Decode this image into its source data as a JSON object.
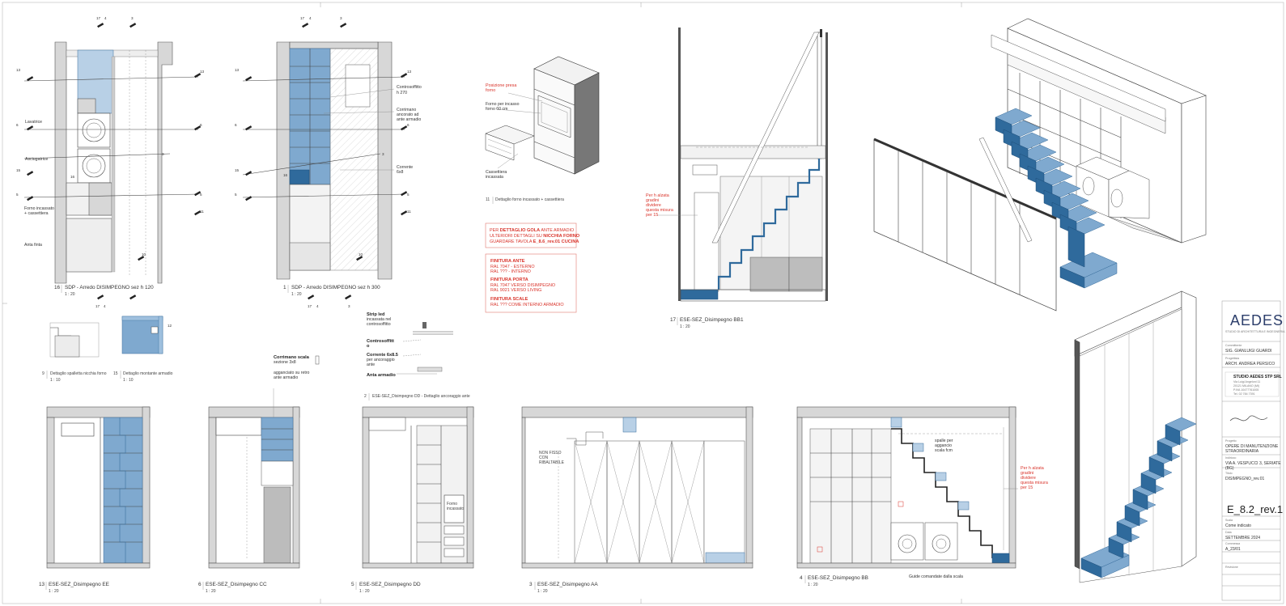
{
  "details": {
    "d16": {
      "num": "16",
      "title": "SDP - Arredo DISIMPEGNO sez h 120",
      "scale": "1 : 20"
    },
    "d1": {
      "num": "1",
      "title": "SDP - Arredo DISIMPEGNO sez h 300",
      "scale": "1 : 20"
    },
    "d11": {
      "num": "11",
      "title": "Dettaglio forno incassato + cassettiera"
    },
    "d17": {
      "num": "17",
      "title": "ESE-SEZ_Disimpegno BB1",
      "scale": "1 : 20"
    },
    "d9": {
      "num": "9",
      "title": "Dettaglio spalletta nicchia forno",
      "scale": "1 : 10"
    },
    "d15": {
      "num": "15",
      "title": "Dettaglio montante armadio",
      "scale": "1 : 10"
    },
    "d2": {
      "num": "2",
      "title": "ESE-SEZ_Disimpegno DD - Dettaglio ancoraggio ante"
    },
    "d13": {
      "num": "13",
      "title": "ESE-SEZ_Disimpegno EE",
      "scale": "1 : 20"
    },
    "d6": {
      "num": "6",
      "title": "ESE-SEZ_Disimpegno CC",
      "scale": "1 : 20"
    },
    "d5": {
      "num": "5",
      "title": "ESE-SEZ_Disimpegno DD",
      "scale": "1 : 20"
    },
    "d3": {
      "num": "3",
      "title": "ESE-SEZ_Disimpegno AA",
      "scale": "1 : 20"
    },
    "d4": {
      "num": "4",
      "title": "ESE-SEZ_Disimpegno BB",
      "scale": "1 : 20"
    }
  },
  "plan_notes": {
    "lavatrice": "Lavatrice",
    "asciugatrice": "Asciugatrice",
    "forno": "Forno incassato",
    "cassettiera": "+ cassettiera",
    "spazio": "Anta finta",
    "controsoffitto": "Controsoffitto",
    "controsoffitto_h": "h 270",
    "corrimano": "Corrimano",
    "corrimano_2": "ancorato ad",
    "corrimano_3": "ante armadio",
    "corrente": "Corrente",
    "corrente_2": "6x8"
  },
  "oven_notes": {
    "red1": "Posizione presa",
    "red2": "forno",
    "forno1": "Forno per incasso",
    "forno2": "forno 60 cm",
    "cass1": "Cassettiera",
    "cass2": "incassata"
  },
  "red_box_1": {
    "line1_a": "PER ",
    "line1_b": "DETTAGLIO GOLA",
    "line1_c": " ANTE ARMADIO",
    "line2_a": "ULTERIORI DETTAGLI SU ",
    "line2_b": "NICCHIA FORNO",
    "line3_a": "GUARDARE TAVOLA ",
    "line3_b": "E_8.6_rev.01 CUCINA"
  },
  "red_box_2": {
    "h1": "FINITURA ANTE",
    "h1_l1": "RAL 7047 - ESTERNO",
    "h1_l2": "RAL ??? - INTERNO",
    "h2": "FINITURA PORTA",
    "h2_l1": "RAL 7047 VERSO DISIMPEGNO",
    "h2_l2": "RAL 9021 VERSO LIVING",
    "h3": "FINITURA SCALE",
    "h3_l1": "RAL ??? COME INTERNO ARMADIO"
  },
  "stair_notes": {
    "bb1_l1": "Per h alzata",
    "bb1_l2": "gradini",
    "bb1_l3": "dividere",
    "bb1_l4": "questa misura",
    "bb1_l5": "per 15",
    "bb_l1": "Per h alzata",
    "bb_l2": "gradini",
    "bb_l3": "dividere",
    "bb_l4": "questa misura",
    "bb_l5": "per 15",
    "spalle1": "spalle per",
    "spalle2": "aggancio",
    "spalle3": "scala fcm",
    "guide": "Guide comandate dalla scala"
  },
  "detail2_notes": {
    "strip1": "Strip led",
    "strip2": "incassata nel",
    "strip3": "controsoffitto",
    "contro1": "Controsoffitt",
    "contro2": "o",
    "corr1": "Corrente 6x8.5",
    "corr2": "per ancoraggio",
    "corr3": "ante",
    "anta": "Anta armadio"
  },
  "cc_notes": {
    "c1": "Corrimano scala",
    "c2": "sezione 3x8",
    "c3": "agganciato su retro",
    "c4": "ante armadio"
  },
  "dd_notes": {
    "forno1": "Forno",
    "forno2": "incassato"
  },
  "aa_notes": {
    "l1": "NON FISSO",
    "l2": "CON",
    "l3": "RIBALTABILE"
  },
  "title_block": {
    "logo": "AEDES",
    "logo_sub": "STUDIO DI ARCHITETTURA E INGEGNERIA",
    "committente_label": "Committente",
    "committente": "SIG. GIANLUIGI GUARDI",
    "progettista_label": "Progettista",
    "progettista": "ARCH. ANDREA PERSICO",
    "studio": "STUDIO AEDES STP SRL",
    "studio_l1": "Via Luigi Angeloni 11",
    "studio_l2": "20121 MILANO (MI)",
    "studio_l3": "P.IVA 10477761005",
    "studio_l4": "Tel. 02 784 7391",
    "firma": "Andrea Persico",
    "progetto_label": "Progetto",
    "progetto_1": "OPERE DI MANUTENZIONE",
    "progetto_2": "STRAORDINARIA",
    "indirizzo_label": "Indirizzo",
    "indirizzo_1": "VIA A. VESPUCCI 3, SERIATE",
    "indirizzo_2": "(BG)",
    "titolo_label": "Titolo",
    "titolo": "DISIMPEGNO_rev.01",
    "codice": "E_8.2_rev.1",
    "scala_label": "Scala",
    "scala": "Come indicato",
    "data_label": "Data",
    "data": "SETTEMBRE 2024",
    "commessa_label": "Commessa",
    "commessa": "A_23/01",
    "revisione_label": "Revisione"
  },
  "colors": {
    "blue": "#7fa9cf",
    "blue_light": "#b8d0e6",
    "blue_dark": "#2f6a9c",
    "red": "#d9342b",
    "wall": "#d7d7d7"
  }
}
